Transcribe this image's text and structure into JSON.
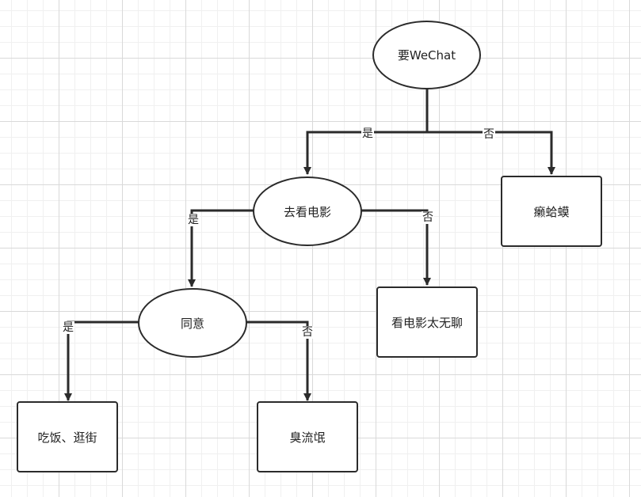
{
  "nodes": {
    "wechat": "要WeChat",
    "movie": "去看电影",
    "toad": "癞蛤蟆",
    "agree": "同意",
    "bored": "看电影太无聊",
    "dinner": "吃饭、逛街",
    "rogue": "臭流氓"
  },
  "edges": {
    "wechat_yes": "是",
    "wechat_no": "否",
    "movie_yes": "是",
    "movie_no": "否",
    "agree_yes": "是",
    "agree_no": "否"
  },
  "colors": {
    "stroke": "#2b2b2b",
    "grid": "#d9d9d9"
  }
}
